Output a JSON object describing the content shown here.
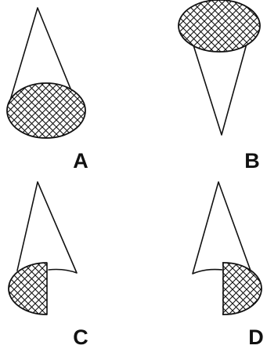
{
  "panels": [
    {
      "id": "A",
      "label": "A"
    },
    {
      "id": "B",
      "label": "B"
    },
    {
      "id": "C",
      "label": "C"
    },
    {
      "id": "D",
      "label": "D"
    }
  ],
  "colors": {
    "stroke": "#111111",
    "hatch": "#111111",
    "background": "#ffffff"
  }
}
